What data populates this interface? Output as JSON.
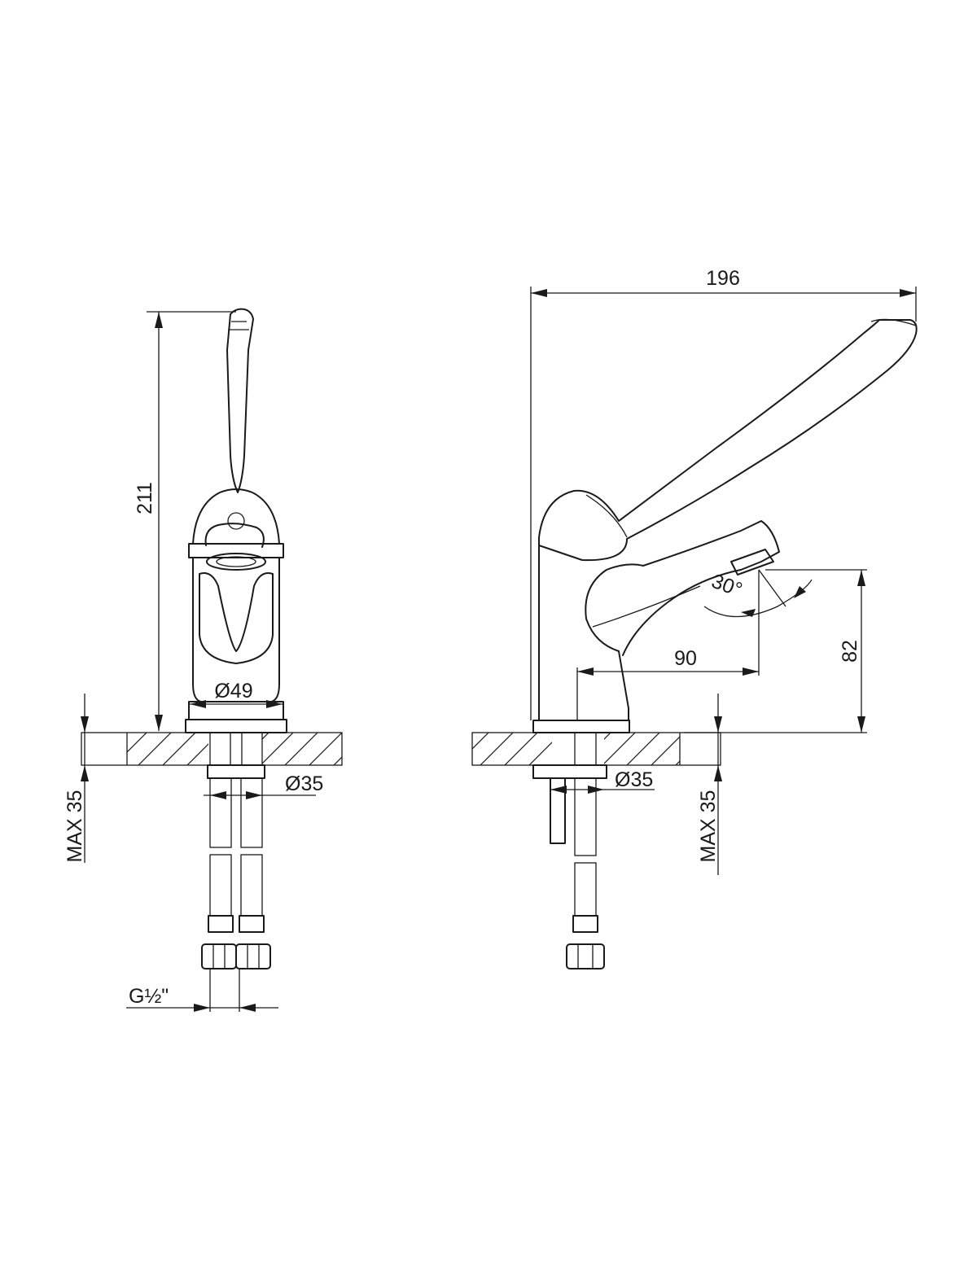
{
  "dimensions": {
    "front_height": "211",
    "front_body_diameter": "Ø49",
    "front_hose_diameter": "Ø35",
    "front_max_mount": "MAX 35",
    "thread": "G½\"",
    "side_total_length": "196",
    "side_spout_reach": "90",
    "side_spout_height": "82",
    "side_angle": "30°",
    "side_hose_diameter": "Ø35",
    "side_max_mount": "MAX 35"
  },
  "icons": [
    "faucet-front-view",
    "faucet-side-view",
    "braided-hose",
    "hatched-countertop"
  ]
}
